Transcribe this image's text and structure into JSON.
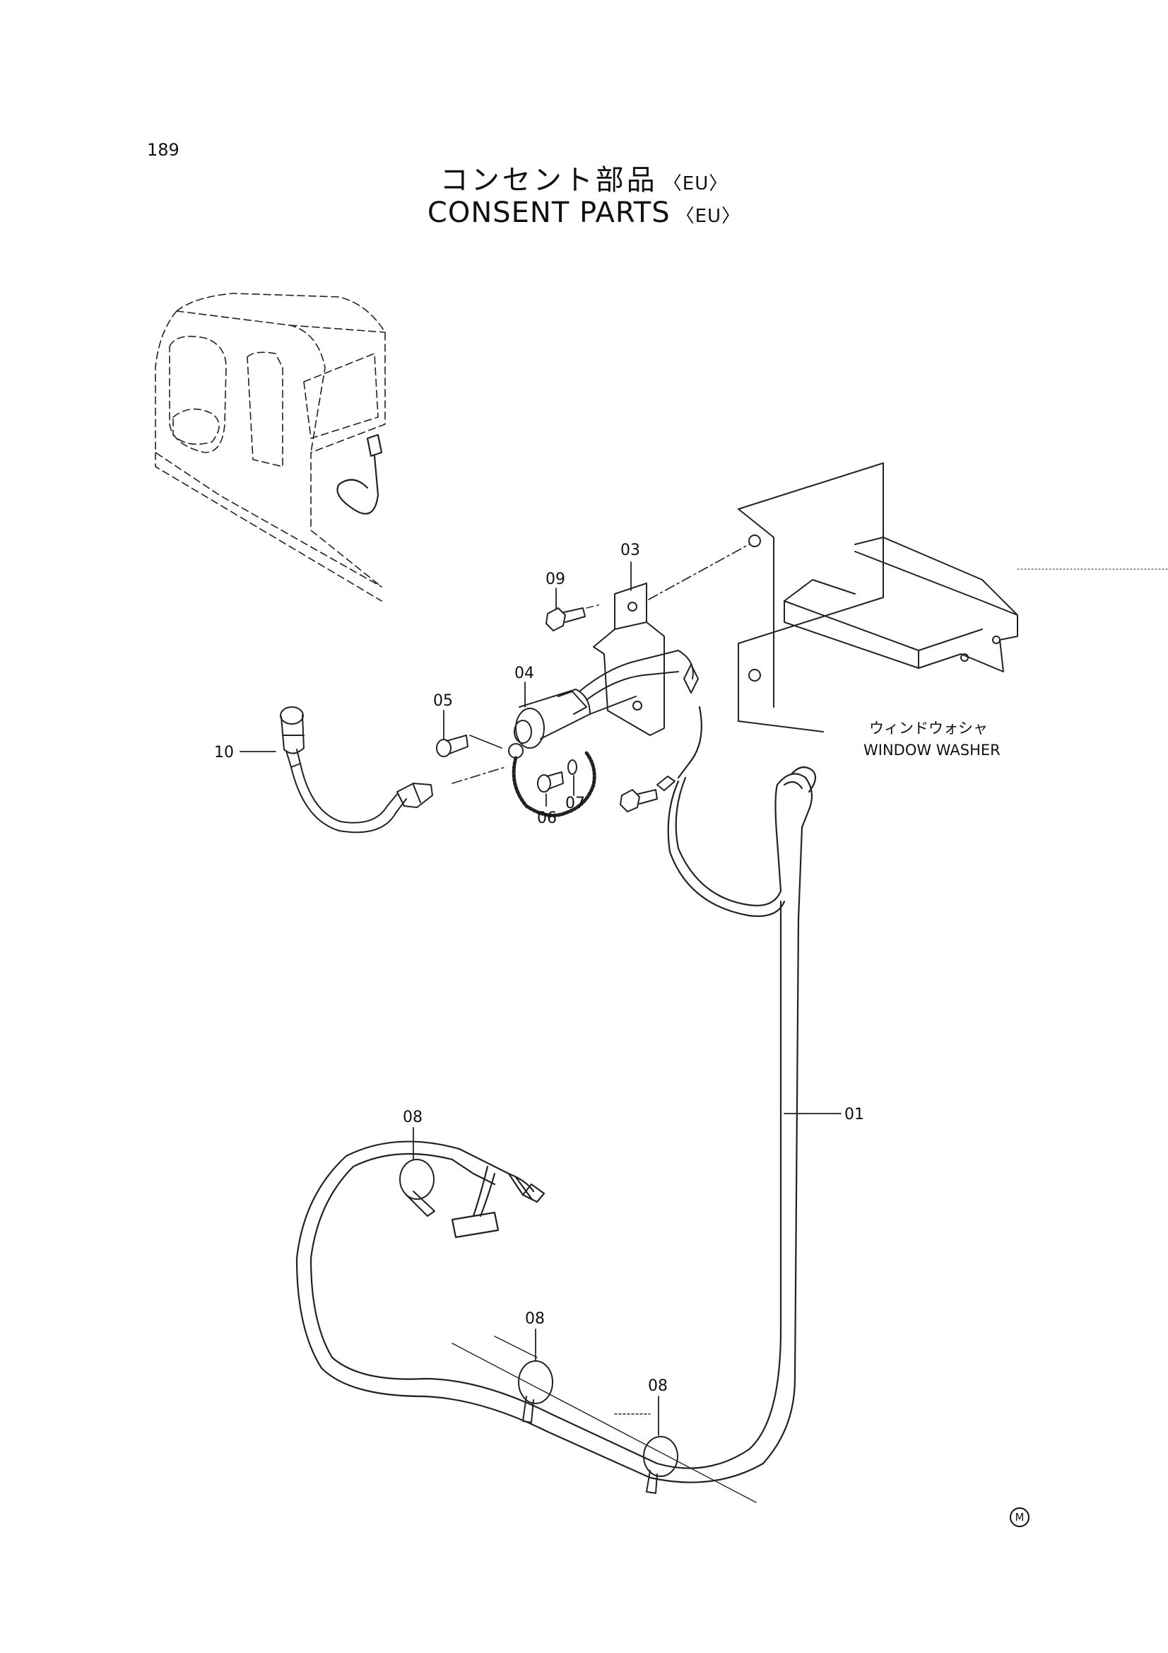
{
  "page": {
    "number": "189",
    "title_jp": "コンセント部品",
    "title_en": "CONSENT PARTS",
    "region_tag": "〈EU〉",
    "corner_mark": "M"
  },
  "callouts": [
    {
      "id": "01",
      "text": "01"
    },
    {
      "id": "03",
      "text": "03"
    },
    {
      "id": "04",
      "text": "04"
    },
    {
      "id": "05",
      "text": "05"
    },
    {
      "id": "06",
      "text": "06"
    },
    {
      "id": "07",
      "text": "07"
    },
    {
      "id": "08a",
      "text": "08"
    },
    {
      "id": "08b",
      "text": "08"
    },
    {
      "id": "08c",
      "text": "08"
    },
    {
      "id": "09",
      "text": "09"
    },
    {
      "id": "10",
      "text": "10"
    }
  ],
  "notes": {
    "window_washer_jp": "ウィンドウォシャ",
    "window_washer_en": "WINDOW WASHER"
  }
}
